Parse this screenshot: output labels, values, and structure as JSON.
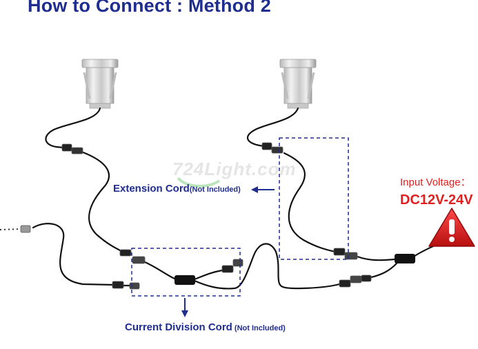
{
  "title": "How to Connect : Method 2",
  "input": {
    "label": "Input Voltage：",
    "value": "DC12V-24V"
  },
  "extension_cord": {
    "label": "Extension Cord",
    "note": "(Not Included)"
  },
  "division_cord": {
    "label": "Current Division Cord",
    "note": " (Not Included)"
  },
  "watermark": "724Light.com",
  "colors": {
    "title": "#1f2d8f",
    "label": "#1f2d8f",
    "voltage": "#e02020",
    "warning": "#d91c1c",
    "wire": "#111111"
  }
}
